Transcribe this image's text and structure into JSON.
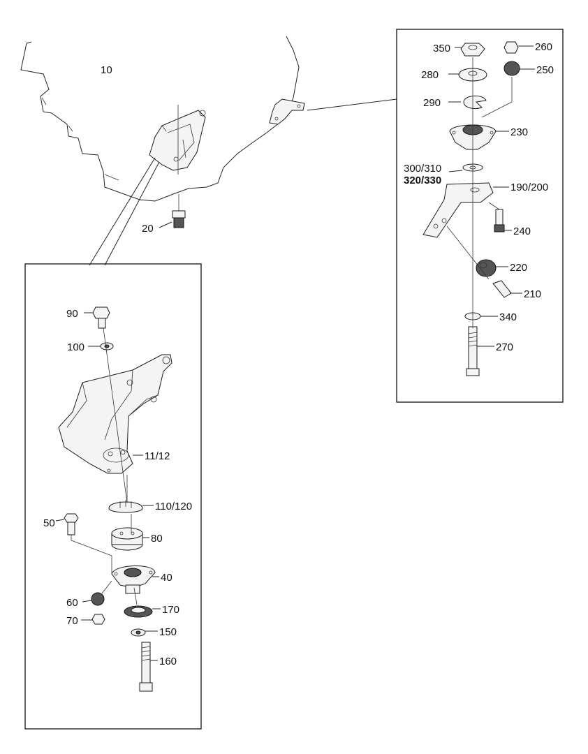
{
  "labels": {
    "engine": "10",
    "p20": "20",
    "p350": "350",
    "p260": "260",
    "p280": "280",
    "p250": "250",
    "p290": "290",
    "p230": "230",
    "p300_310": "300/310",
    "p320_330": "320/330",
    "p190_200": "190/200",
    "p240": "240",
    "p220": "220",
    "p210": "210",
    "p340": "340",
    "p270": "270",
    "p90": "90",
    "p100": "100",
    "p11_12": "11/12",
    "p110_120": "110/120",
    "p50": "50",
    "p80": "80",
    "p40": "40",
    "p60": "60",
    "p170": "170",
    "p70": "70",
    "p150": "150",
    "p160": "160"
  }
}
